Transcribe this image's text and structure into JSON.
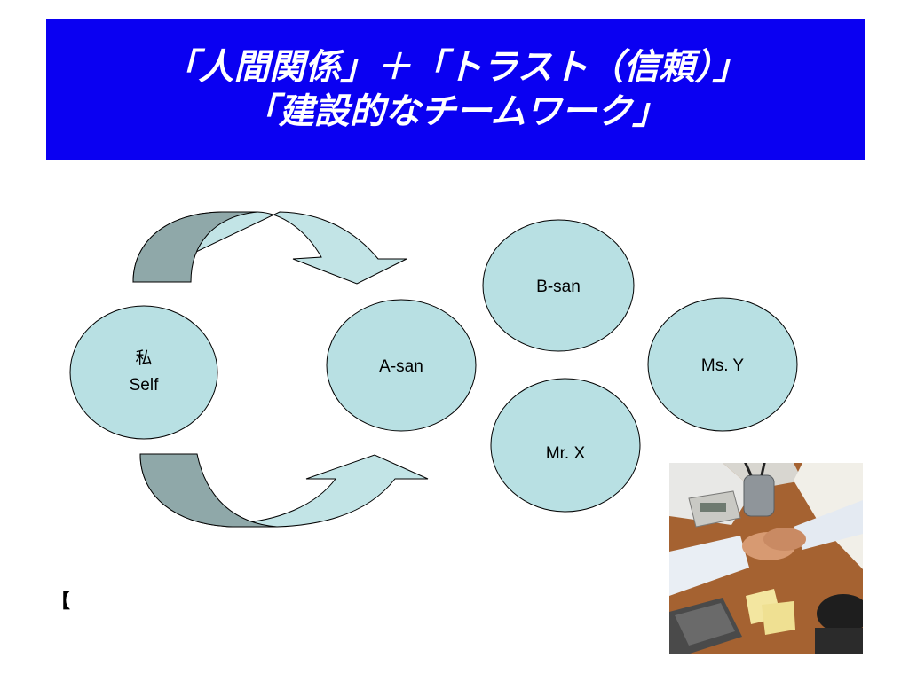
{
  "title": {
    "line1": "「人間関係」＋「トラスト（信頼）」",
    "line2": "「建設的なチームワーク」"
  },
  "nodes": {
    "self_jp": "私",
    "self_en": "Self",
    "a_san": "A-san",
    "b_san": "B-san",
    "ms_y": "Ms. Y",
    "mr_x": "Mr. X"
  },
  "bracket_text": "【",
  "colors": {
    "title_bg": "#0a00f2",
    "title_text": "#ffffff",
    "node_fill": "#b8e0e3",
    "arrow_fill": "#c2e4e6",
    "arrow_shadow": "#8fa8a9"
  },
  "photo": {
    "icon": "handshake-photo"
  }
}
